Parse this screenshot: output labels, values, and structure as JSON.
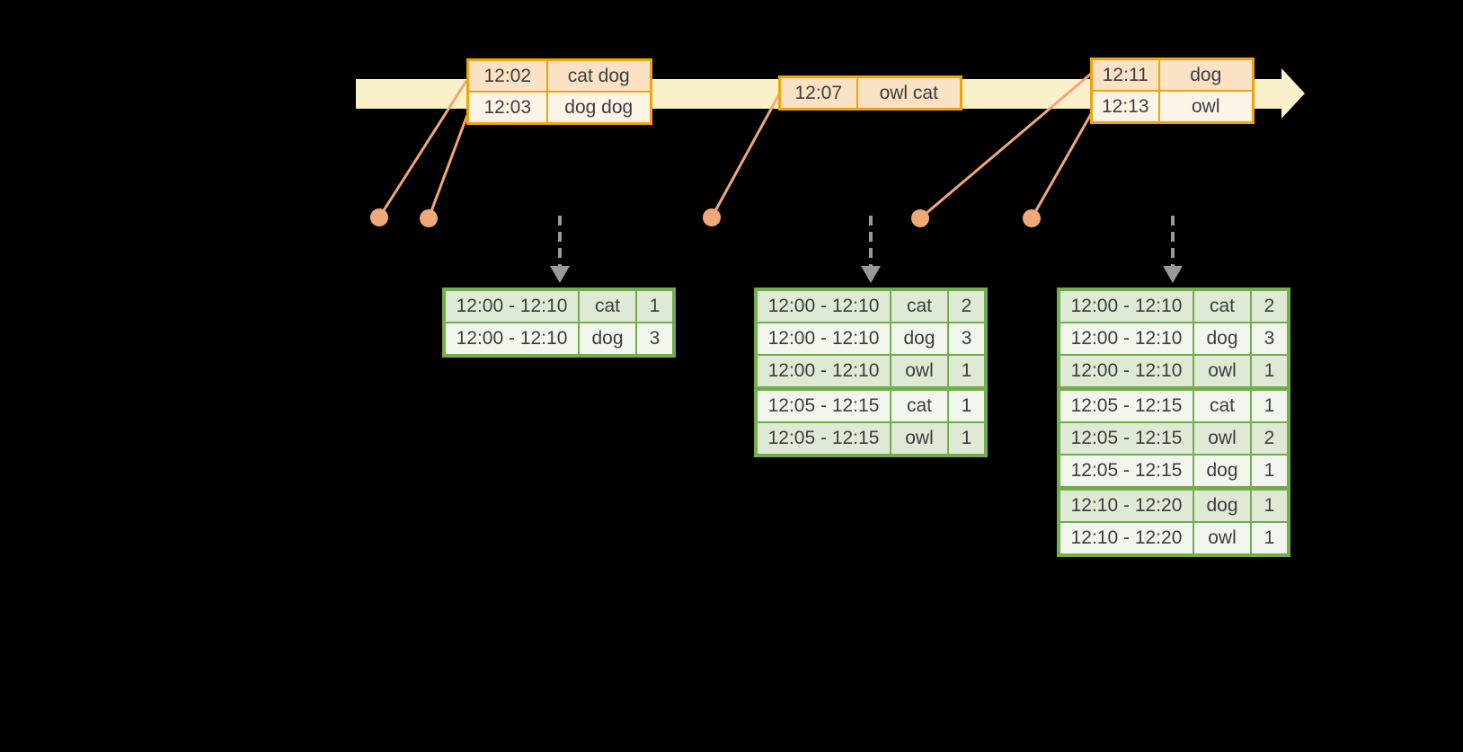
{
  "diagram": {
    "kind": "windowed-stream-aggregation-timeline",
    "background": "#000000"
  },
  "colors": {
    "bg": "#000000",
    "band": "#faf0c9",
    "orange": "#f0a30a",
    "peachDark": "#fbe2c4",
    "peachLight": "#fdf4e8",
    "salmon": "#f0a878",
    "grayArrow": "#999999",
    "green": "#74ac4e",
    "greenDark": "#dfead6",
    "greenLight": "#f2f7ee",
    "text": "#3d3d3d"
  },
  "icons": [
    {
      "name": "timeline-arrow-icon",
      "meaning": "time axis pointing right"
    },
    {
      "name": "record-dot-icon",
      "meaning": "input record marker on timeline"
    },
    {
      "name": "trigger-arrow-icon",
      "meaning": "dashed down-arrow to result table"
    }
  ],
  "event_tables": [
    {
      "name": "input-batch-1",
      "rows": [
        {
          "time": "12:02",
          "words": "cat dog"
        },
        {
          "time": "12:03",
          "words": "dog dog"
        }
      ]
    },
    {
      "name": "input-batch-2",
      "rows": [
        {
          "time": "12:07",
          "words": "owl cat"
        }
      ]
    },
    {
      "name": "input-batch-3",
      "rows": [
        {
          "time": "12:11",
          "words": "dog"
        },
        {
          "time": "12:13",
          "words": "owl"
        }
      ]
    }
  ],
  "result_tables": [
    {
      "name": "result-table-1",
      "group_breaks": [],
      "rows": [
        {
          "window": "12:00 - 12:10",
          "word": "cat",
          "count": "1"
        },
        {
          "window": "12:00 - 12:10",
          "word": "dog",
          "count": "3"
        }
      ]
    },
    {
      "name": "result-table-2",
      "group_breaks": [
        3
      ],
      "rows": [
        {
          "window": "12:00 - 12:10",
          "word": "cat",
          "count": "2"
        },
        {
          "window": "12:00 - 12:10",
          "word": "dog",
          "count": "3"
        },
        {
          "window": "12:00 - 12:10",
          "word": "owl",
          "count": "1"
        },
        {
          "window": "12:05 - 12:15",
          "word": "cat",
          "count": "1"
        },
        {
          "window": "12:05 - 12:15",
          "word": "owl",
          "count": "1"
        }
      ]
    },
    {
      "name": "result-table-3",
      "group_breaks": [
        3,
        6
      ],
      "rows": [
        {
          "window": "12:00 - 12:10",
          "word": "cat",
          "count": "2"
        },
        {
          "window": "12:00 - 12:10",
          "word": "dog",
          "count": "3"
        },
        {
          "window": "12:00 - 12:10",
          "word": "owl",
          "count": "1"
        },
        {
          "window": "12:05 - 12:15",
          "word": "cat",
          "count": "1"
        },
        {
          "window": "12:05 - 12:15",
          "word": "owl",
          "count": "2"
        },
        {
          "window": "12:05 - 12:15",
          "word": "dog",
          "count": "1"
        },
        {
          "window": "12:10 - 12:20",
          "word": "dog",
          "count": "1"
        },
        {
          "window": "12:10 - 12:20",
          "word": "owl",
          "count": "1"
        }
      ]
    }
  ]
}
